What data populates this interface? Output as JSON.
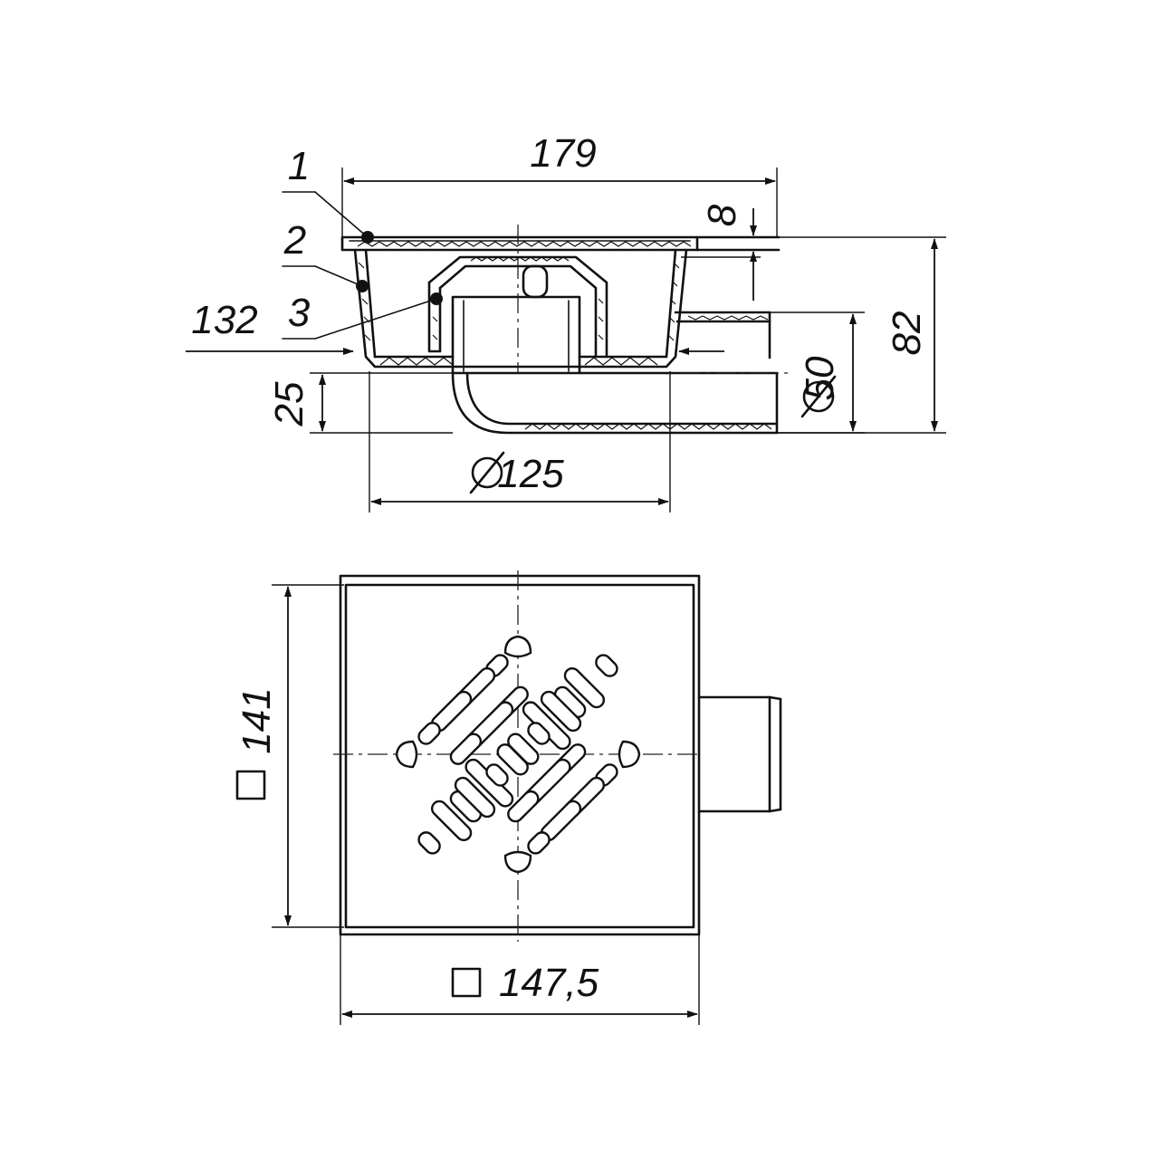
{
  "side_view": {
    "dim_width": "179",
    "dim_flange": "8",
    "dim_height": "82",
    "dim_outlet": "50",
    "dim_body": "125",
    "dim_base": "25",
    "dim_left": "132",
    "callouts": [
      "1",
      "2",
      "3"
    ],
    "diameter_symbol": "∅"
  },
  "top_view": {
    "dim_vertical": "141",
    "dim_horizontal": "147,5",
    "square_symbol": "□"
  }
}
